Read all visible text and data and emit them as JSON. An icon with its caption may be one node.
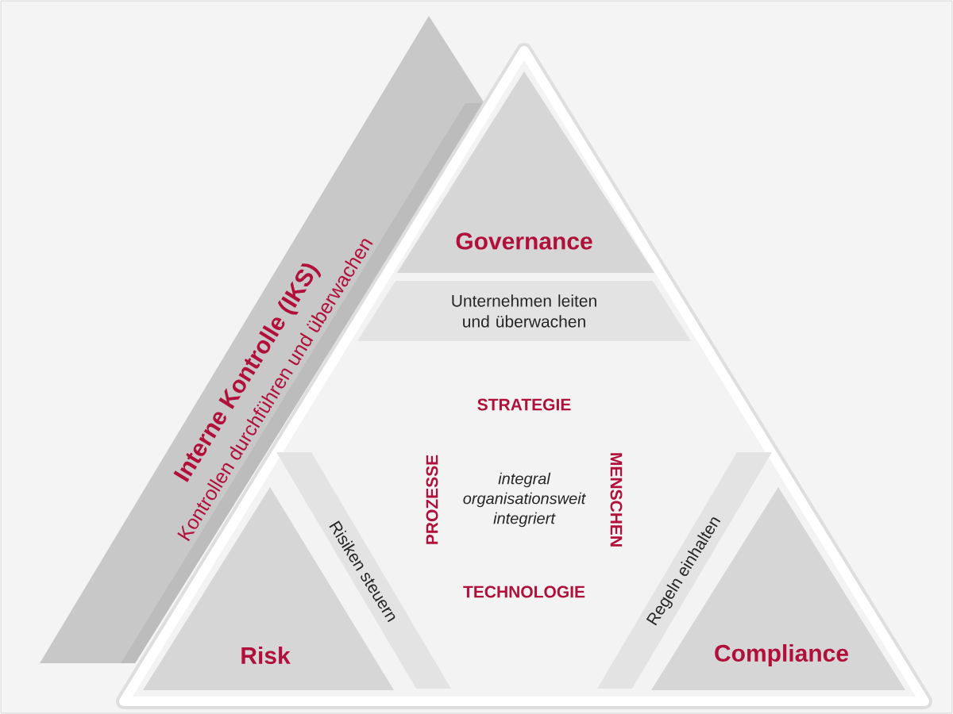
{
  "diagram": {
    "nodes": [
      {
        "text": [
          "Interne Kontrolle (IKS)",
          "Kontrollen durchführen und überwachen"
        ]
      },
      {
        "text": [],
        "shape": "triangle"
      },
      {
        "text": [
          "Governance"
        ],
        "in": 1
      },
      {
        "text": [
          "Unternehmen leiten und überwachen"
        ],
        "in": 1
      },
      {
        "text": [
          "Risk"
        ],
        "in": 1
      },
      {
        "text": [
          "Risiken steuern"
        ],
        "in": 1
      },
      {
        "text": [
          "Compliance"
        ],
        "in": 1
      },
      {
        "text": [
          "Regeln einhalten"
        ],
        "in": 1
      }
    ],
    "labels": [
      "STRATEGIE",
      "PROZESSE",
      "integral organisationsweit integriert",
      "MENSCHEN",
      "TECHNOLOGIE"
    ]
  }
}
